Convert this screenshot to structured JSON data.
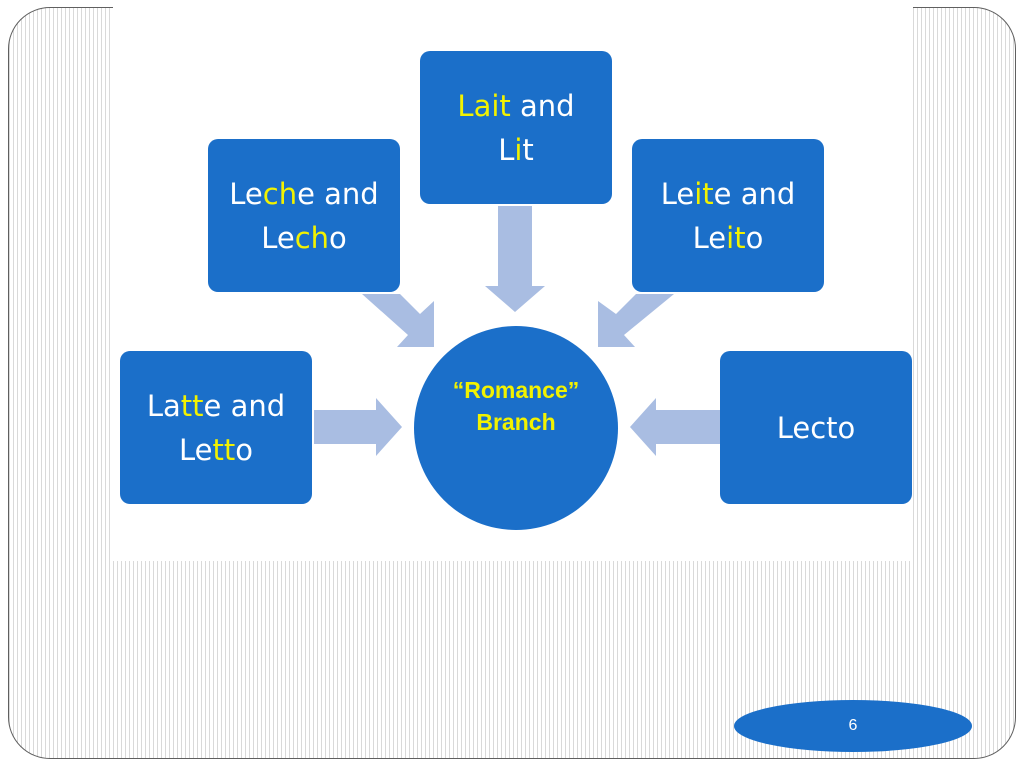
{
  "diagram": {
    "center": {
      "line1": "“Romance”",
      "line2": "Branch"
    },
    "boxes": {
      "top": {
        "l1": [
          {
            "t": "Lait",
            "h": true
          },
          {
            "t": " and",
            "h": false
          }
        ],
        "l2": [
          {
            "t": "L",
            "h": false
          },
          {
            "t": "i",
            "h": true
          },
          {
            "t": "t",
            "h": false
          }
        ]
      },
      "upper_left": {
        "l1": [
          {
            "t": "Le",
            "h": false
          },
          {
            "t": "ch",
            "h": true
          },
          {
            "t": "e and",
            "h": false
          }
        ],
        "l2": [
          {
            "t": "Le",
            "h": false
          },
          {
            "t": "ch",
            "h": true
          },
          {
            "t": "o",
            "h": false
          }
        ]
      },
      "upper_right": {
        "l1": [
          {
            "t": "Le",
            "h": false
          },
          {
            "t": "it",
            "h": true
          },
          {
            "t": "e and",
            "h": false
          }
        ],
        "l2": [
          {
            "t": "Le",
            "h": false
          },
          {
            "t": "it",
            "h": true
          },
          {
            "t": "o",
            "h": false
          }
        ]
      },
      "left": {
        "l1": [
          {
            "t": "La",
            "h": false
          },
          {
            "t": "tt",
            "h": true
          },
          {
            "t": "e and",
            "h": false
          }
        ],
        "l2": [
          {
            "t": "Le",
            "h": false
          },
          {
            "t": "tt",
            "h": true
          },
          {
            "t": "o",
            "h": false
          }
        ]
      },
      "right": {
        "l1": [
          {
            "t": "Lecto",
            "h": false
          }
        ]
      }
    },
    "colors": {
      "box_fill": "#1b6fc9",
      "highlight_text": "#f2f200",
      "arrow_fill": "#a9bde2"
    }
  },
  "footer": {
    "page_number": "6"
  }
}
